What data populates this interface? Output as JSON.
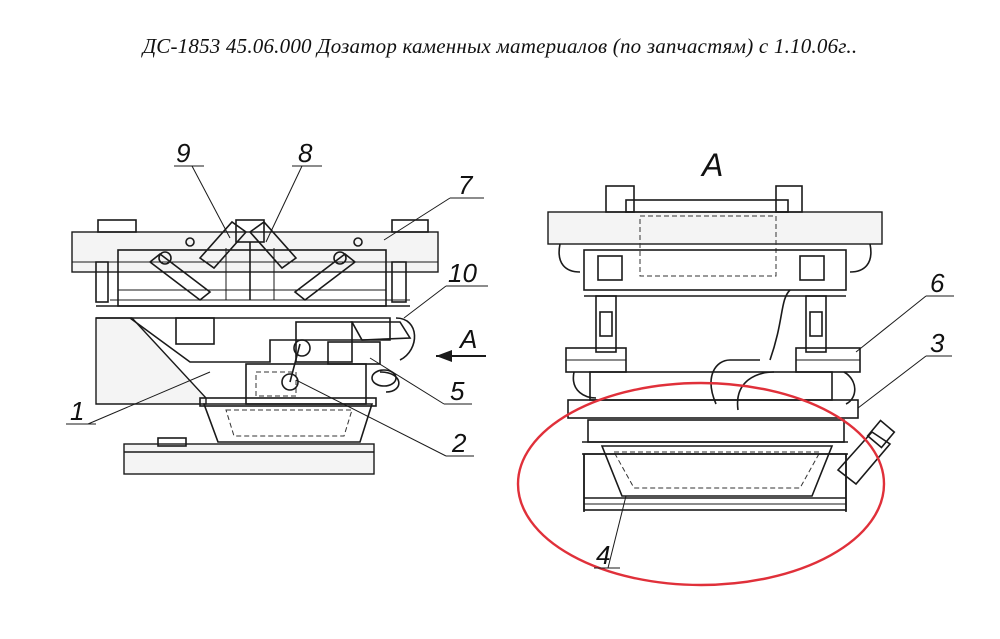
{
  "title": "ДС-1853 45.06.000 Дозатор каменных материалов (по запчастям) с 1.10.06г..",
  "view_label": "A",
  "arrow_label": "A",
  "callouts": [
    "1",
    "2",
    "3",
    "4",
    "5",
    "6",
    "7",
    "8",
    "9",
    "10"
  ],
  "highlight_color": "#e0303a"
}
